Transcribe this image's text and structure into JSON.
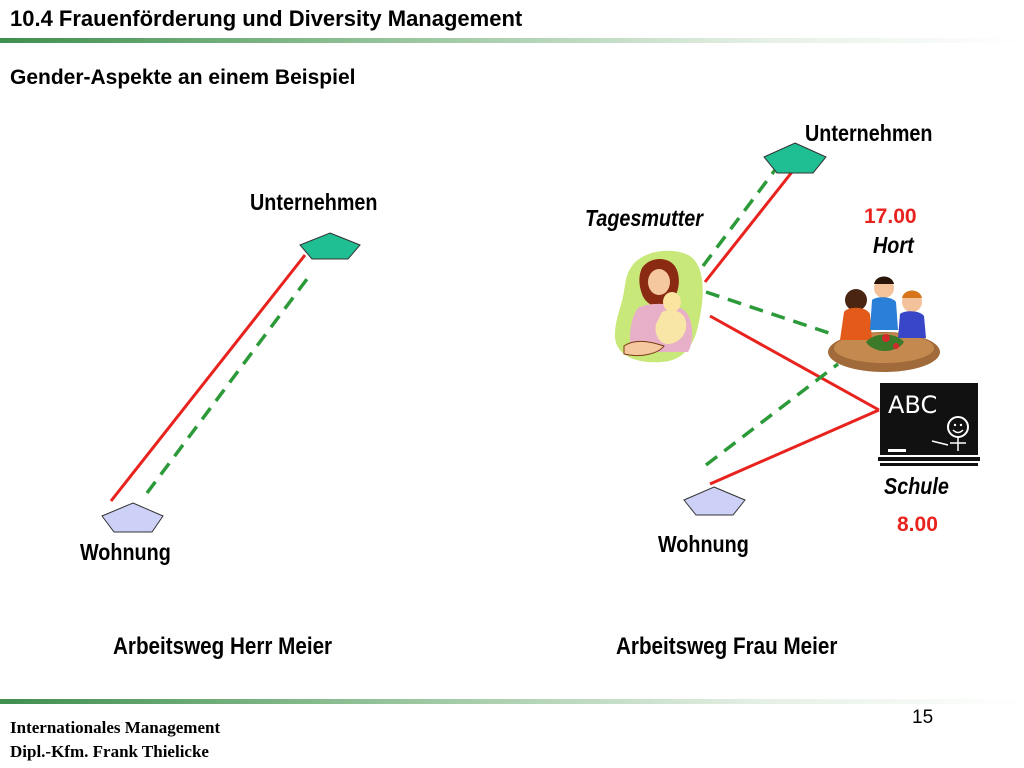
{
  "header": {
    "title": "10.4 Frauenförderung und Diversity Management",
    "subtitle": "Gender-Aspekte an einem Beispiel"
  },
  "left_diagram": {
    "company_label": "Unternehmen",
    "home_label": "Wohnung",
    "caption": "Arbeitsweg Herr Meier"
  },
  "right_diagram": {
    "company_label": "Unternehmen",
    "childminder_label": "Tagesmutter",
    "hort_time": "17.00",
    "hort_label": "Hort",
    "school_label": "Schule",
    "school_time": "8.00",
    "home_label": "Wohnung",
    "caption": "Arbeitsweg Frau Meier",
    "blackboard_text": "ABC"
  },
  "footer": {
    "line1": "Internationales Management",
    "line2": "Dipl.-Kfm. Frank Thielicke",
    "page_number": "15"
  },
  "colors": {
    "company_shape": "#1fbf93",
    "home_shape": "#cdd1f7",
    "solid_route": "#e8231e",
    "dashed_route": "#2d9a3a",
    "header_rule": "#3f8f4f"
  }
}
